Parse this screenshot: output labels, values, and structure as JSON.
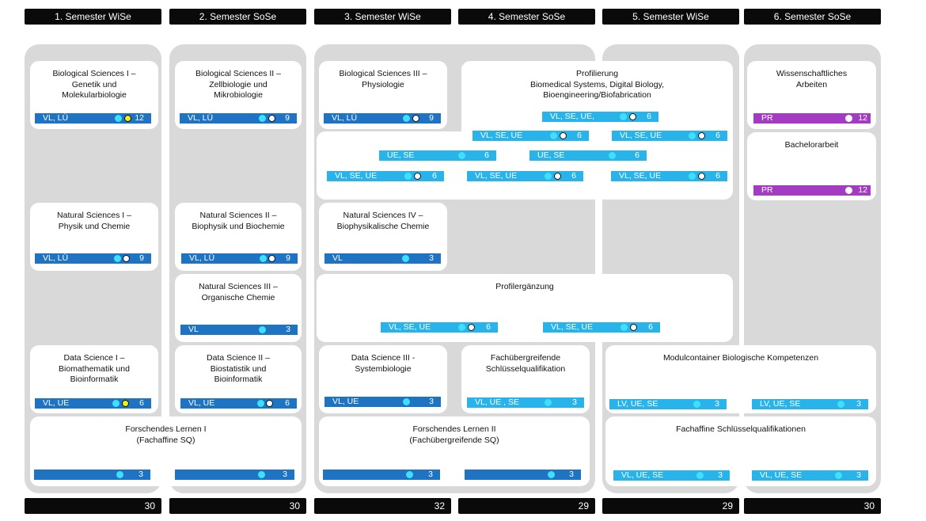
{
  "semesters": [
    {
      "label": "1. Semester WiSe",
      "credits": "30"
    },
    {
      "label": "2. Semester SoSe",
      "credits": "30"
    },
    {
      "label": "3. Semester WiSe",
      "credits": "32"
    },
    {
      "label": "4. Semester SoSe",
      "credits": "29"
    },
    {
      "label": "5. Semester WiSe",
      "credits": "29"
    },
    {
      "label": "6. Semester SoSe",
      "credits": "30"
    }
  ],
  "modules": {
    "bio1": "Biological Sciences I –\nGenetik und\nMolekularbiologie",
    "bio2": "Biological Sciences II –\nZellbiologie und\nMikrobiologie",
    "bio3": "Biological Sciences III –\nPhysiologie",
    "profilierung": "Profilierung\nBiomedical Systems, Digital Biology,\nBioengineering/Biofabrication",
    "wiss": "Wissenschaftliches\nArbeiten",
    "bachelor": "Bachelorarbeit",
    "nat1": "Natural Sciences I –\nPhysik und Chemie",
    "nat2": "Natural Sciences II –\nBiophysik und Biochemie",
    "nat4": "Natural Sciences IV –\nBiophysikalische Chemie",
    "nat3": "Natural Sciences III –\nOrganische Chemie",
    "profilerg": "Profilergänzung",
    "ds1": "Data Science I –\nBiomathematik und\nBioinformatik",
    "ds2": "Data Science II –\nBiostatistik und\nBioinformatik",
    "ds3": "Data Science III -\nSystembiologie",
    "fachuebergreifend": "Fachübergreifende\nSchlüsselqualifikation",
    "modulcontainer": "Modulcontainer Biologische Kompetenzen",
    "forschend1": "Forschendes Lernen I\n(Fachaffine SQ)",
    "forschend2": "Forschendes Lernen II\n(Fachübergreifende SQ)",
    "fachaffine": "Fachaffine Schlüsselqualifikationen"
  },
  "bars": {
    "bio1": {
      "label": "VL, LÜ",
      "credits": "12"
    },
    "bio2": {
      "label": "VL, LÜ",
      "credits": "9"
    },
    "bio3": {
      "label": "VL, LÜ",
      "credits": "9"
    },
    "prof_a": {
      "label": "VL, SE,  UE,",
      "credits": "6"
    },
    "prof_b": {
      "label": "VL, SE, UE",
      "credits": "6"
    },
    "prof_c": {
      "label": "VL, SE, UE",
      "credits": "6"
    },
    "prof_d": {
      "label": "UE, SE",
      "credits": "6"
    },
    "prof_e": {
      "label": "UE, SE",
      "credits": "6"
    },
    "prof_f": {
      "label": "VL, SE, UE",
      "credits": "6"
    },
    "prof_g": {
      "label": "VL, SE,  UE",
      "credits": "6"
    },
    "prof_h": {
      "label": "VL, SE, UE",
      "credits": "6"
    },
    "wiss": {
      "label": "PR",
      "credits": "12"
    },
    "bachelor": {
      "label": "PR",
      "credits": "12"
    },
    "nat1": {
      "label": "VL, LÜ",
      "credits": "9"
    },
    "nat2": {
      "label": "VL, LÜ",
      "credits": "9"
    },
    "nat4": {
      "label": "VL",
      "credits": "3"
    },
    "nat3": {
      "label": "VL",
      "credits": "3"
    },
    "erg_a": {
      "label": "VL, SE, UE",
      "credits": "6"
    },
    "erg_b": {
      "label": "VL, SE, UE",
      "credits": "6"
    },
    "ds1": {
      "label": "VL, UE",
      "credits": "6"
    },
    "ds2": {
      "label": "VL, UE",
      "credits": "6"
    },
    "ds3": {
      "label": "VL, UE",
      "credits": "3"
    },
    "fach": {
      "label": "VL, UE , SE",
      "credits": "3"
    },
    "mc_a": {
      "label": "LV, UE, SE",
      "credits": "3"
    },
    "mc_b": {
      "label": "LV, UE, SE",
      "credits": "3"
    },
    "fl1": {
      "label": "",
      "credits": "3"
    },
    "fl1b": {
      "label": "",
      "credits": "3"
    },
    "fl2": {
      "label": "",
      "credits": "3"
    },
    "fl2b": {
      "label": "",
      "credits": "3"
    },
    "fa_a": {
      "label": "VL, UE, SE",
      "credits": "3"
    },
    "fa_b": {
      "label": "VL, UE, SE",
      "credits": "3"
    }
  },
  "colors": {
    "dark_blue": "#1e73c3",
    "light_blue": "#28b4ea",
    "purple": "#a43bc3",
    "cyan_dot": "#3ee0ff",
    "yellow_dot": "#f2ee10",
    "column_bg": "#d9d9d9"
  }
}
